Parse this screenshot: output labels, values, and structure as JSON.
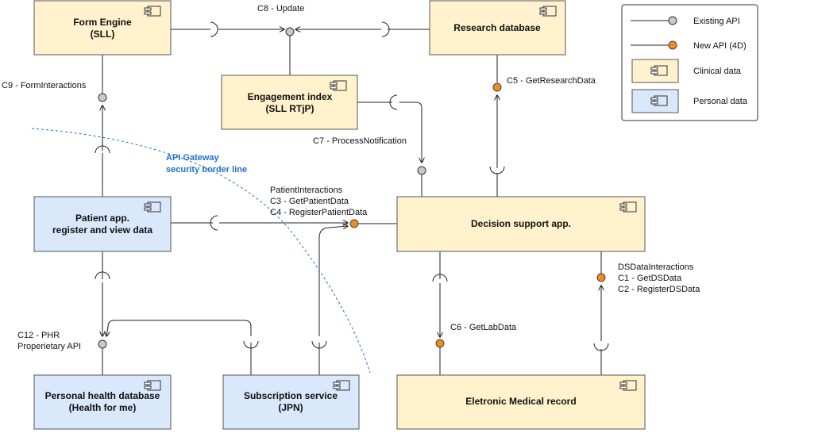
{
  "components": {
    "form_engine": {
      "line1": "Form Engine",
      "line2": "(SLL)"
    },
    "research_db": {
      "line1": "Research database"
    },
    "engagement": {
      "line1": "Engagement index",
      "line2": "(SLL RTjP)"
    },
    "patient_app": {
      "line1": "Patient app.",
      "line2": "register and view data"
    },
    "decision": {
      "line1": "Decision support app."
    },
    "phd": {
      "line1": "Personal health database",
      "line2": "(Health for me)"
    },
    "subscription": {
      "line1": "Subscription service",
      "line2": "(JPN)"
    },
    "emr": {
      "line1": "Eletronic Medical record"
    }
  },
  "interfaces": {
    "c8": "C8 - Update",
    "c9": "C9 - FormInteractions",
    "c5": "C5 - GetResearchData",
    "c7": "C7 - ProcessNotification",
    "patient_interactions": [
      "PatientInteractions",
      "C3 - GetPatientData",
      "C4 - RegisterPatientData"
    ],
    "ds_interactions": [
      "DSDataInteractions",
      "C1 - GetDSData",
      "C2 - RegisterDSData"
    ],
    "c6": "C6 - GetLabData",
    "c12": [
      "C12 - PHR",
      "Properietary API"
    ]
  },
  "gateway": [
    "API Gateway",
    "security border line"
  ],
  "legend": {
    "existing_api": "Existing API",
    "new_api": "New API (4D)",
    "clinical": "Clinical data",
    "personal": "Personal data"
  },
  "colors": {
    "clinical_fill": "#fff2cc",
    "personal_fill": "#dae8fc",
    "existing_api": "#c8c8c8",
    "new_api": "#f08c1e",
    "gateway_line": "#1f6fd1"
  }
}
